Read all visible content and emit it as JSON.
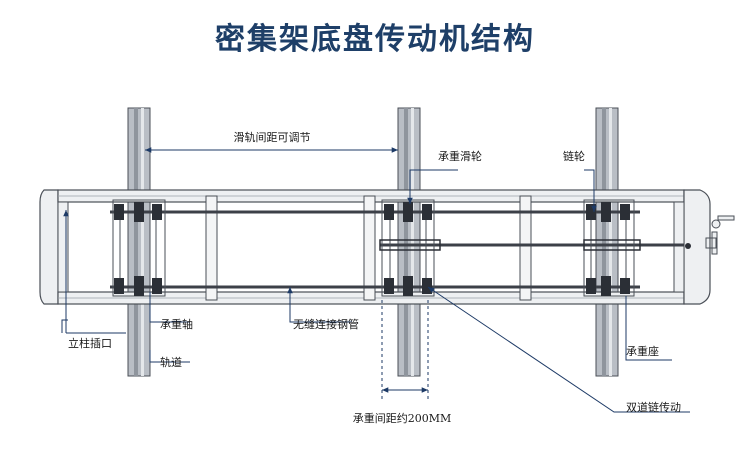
{
  "title": "密集架底盘传动机结构",
  "labels": {
    "rail_adjustable": "滑轨间距可调节",
    "bearing_pulley": "承重滑轮",
    "sprocket": "链轮",
    "column_socket": "立柱插口",
    "bearing_axle": "承重轴",
    "seamless_tube": "无缝连接钢管",
    "track": "轨道",
    "bearing_seat": "承重座",
    "double_chain": "双道链传动",
    "bearing_spacing": "承重间距约200MM"
  },
  "colors": {
    "title": "#1e3f68",
    "leader": "#1d3a66",
    "track_fill": "#b9bec5",
    "frame_fill": "#eef0f2",
    "frame_stroke": "#4a4f57"
  },
  "icons": [
    "hand-crank-icon"
  ]
}
